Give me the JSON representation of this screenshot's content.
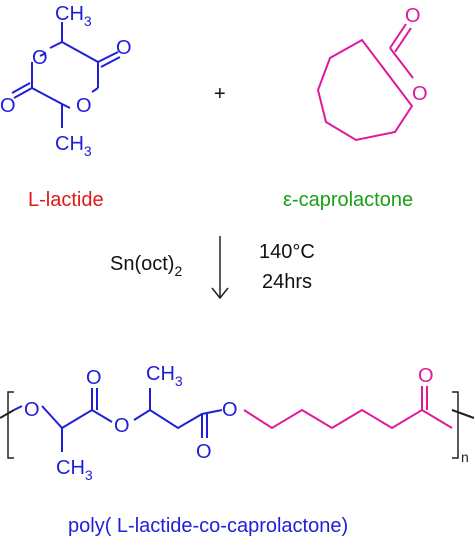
{
  "colors": {
    "lactide": "#1f1fd6",
    "caprolactone": "#e0189a",
    "lactide_name": "#e01818",
    "caprolactone_name": "#18a018",
    "product_name": "#1f1fd6",
    "arrow": "#222222",
    "text": "#111111"
  },
  "reactant_lactide": {
    "ring_o_left": "O",
    "ring_o_right": "O",
    "carbonyl_o_top": "O",
    "carbonyl_o_bottom": "O",
    "methyl_top": "CH",
    "methyl_top_sub": "3",
    "methyl_bottom": "CH",
    "methyl_bottom_sub": "3",
    "name": "L-lactide"
  },
  "plus_sign": "+",
  "reactant_caprolactone": {
    "carbonyl_o": "O",
    "ring_o": "O",
    "name": "ε-caprolactone"
  },
  "reaction": {
    "catalyst_main": "Sn(oct)",
    "catalyst_sub": "2",
    "temperature": "140°C",
    "time": "24hrs",
    "arrow_icon": "down-arrow-icon"
  },
  "product": {
    "o_first": "O",
    "o_carbonyl_1": "O",
    "o_ester_1": "O",
    "o_carbonyl_2": "O",
    "o_ester_2": "O",
    "o_carbonyl_3": "O",
    "methyl_up": "CH",
    "methyl_up_sub": "3",
    "methyl_down": "CH",
    "methyl_down_sub": "3",
    "repeat_subscript": "n",
    "name": "poly( L-lactide-co-caprolactone)"
  }
}
